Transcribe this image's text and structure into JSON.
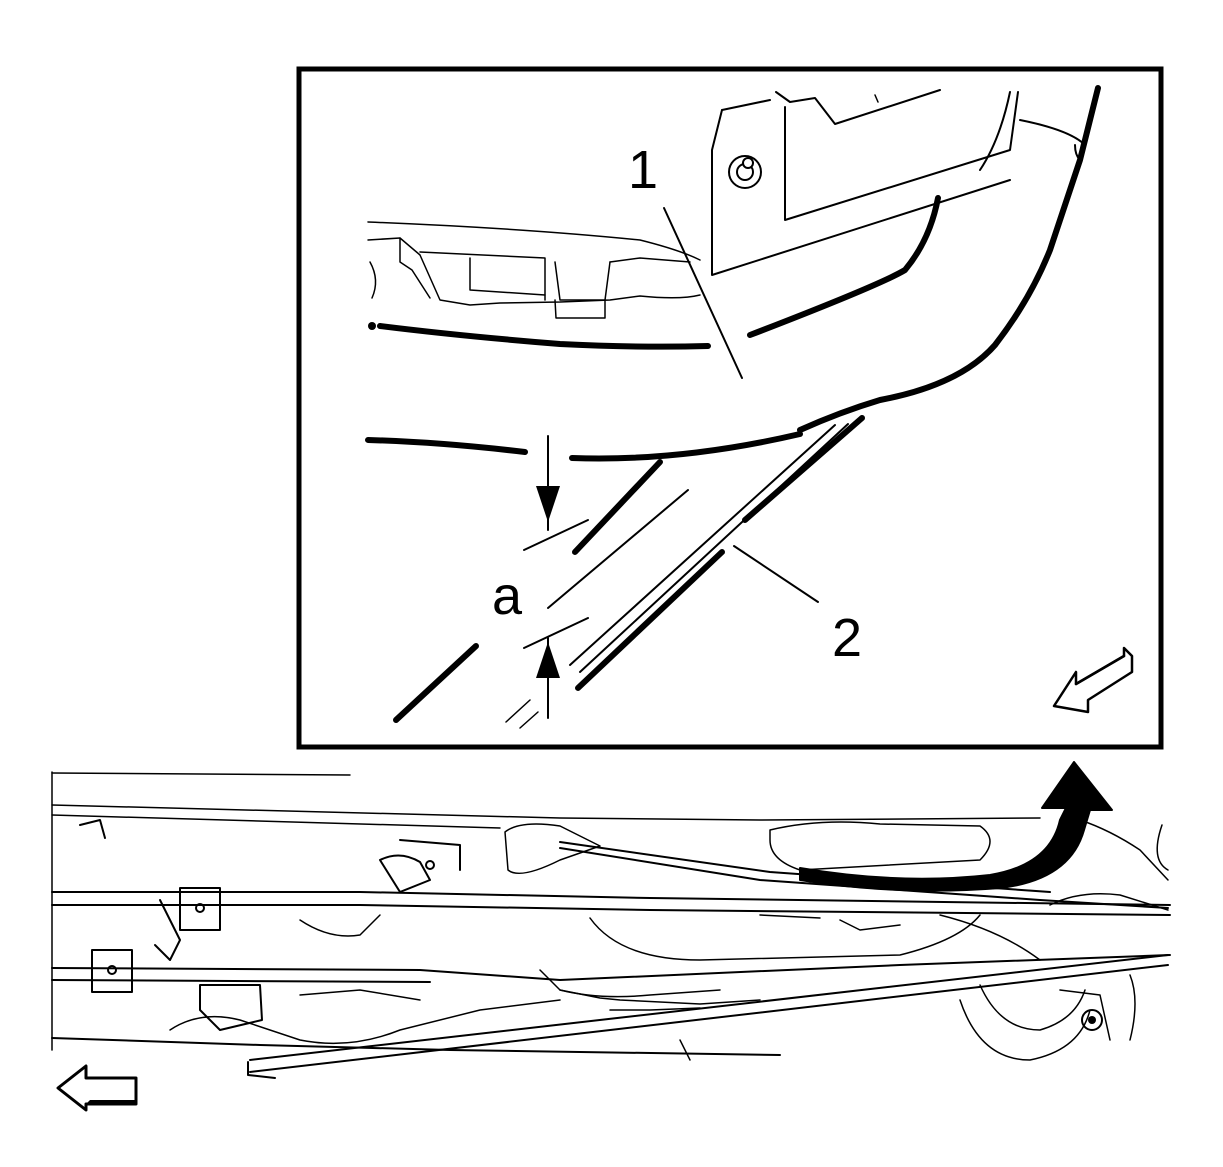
{
  "diagram": {
    "callouts": {
      "item_1": "1",
      "item_2": "2",
      "dimension_a": "a"
    },
    "icons": {
      "detail_view_arrow": "detail-view-direction-arrow-icon",
      "front_of_vehicle_arrow": "front-of-vehicle-arrow-icon",
      "detail_origin_arrow": "curved-detail-pointer-arrow-icon"
    },
    "colors": {
      "line": "#000000",
      "background": "#ffffff",
      "curved_arrow_fill": "#000000"
    }
  }
}
